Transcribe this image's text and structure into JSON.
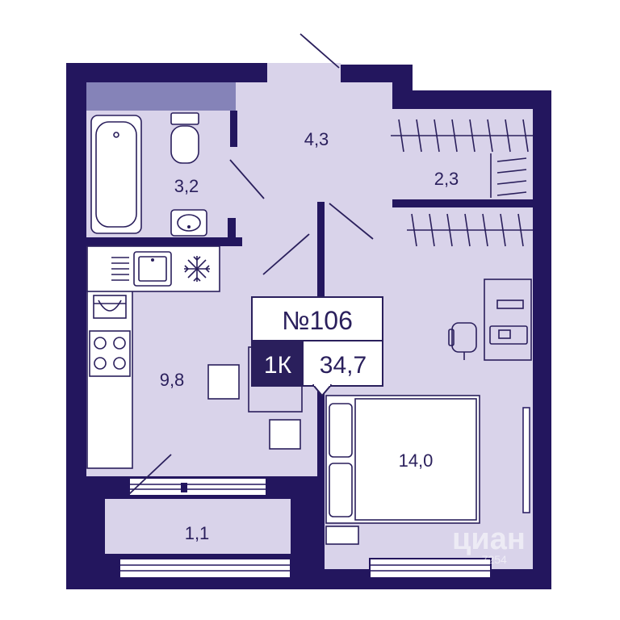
{
  "colors": {
    "wall": "#23165e",
    "floor": "#d9d3ea",
    "wet_zone_strip": "#8583b8",
    "ink": "#2a1f5c",
    "badge_dark": "#2a1f5c",
    "badge_light": "#ffffff"
  },
  "apartment": {
    "number": "№106",
    "type": "1К",
    "total_area": "34,7"
  },
  "rooms": [
    {
      "id": "hall",
      "area": "4,3"
    },
    {
      "id": "bathroom",
      "area": "3,2"
    },
    {
      "id": "wardrobe",
      "area": "2,3"
    },
    {
      "id": "kitchen",
      "area": "9,8"
    },
    {
      "id": "bedroom",
      "area": "14,0"
    },
    {
      "id": "balcony",
      "area": "1,1"
    }
  ],
  "icons": [
    "bathtub-icon",
    "toilet-icon",
    "washbasin-icon",
    "kitchen-sink-icon",
    "fridge-snowflake-icon",
    "washing-machine-icon",
    "stove-icon",
    "table-icon",
    "chair-icon",
    "desk-icon",
    "bed-icon",
    "wardrobe-hangers-icon"
  ],
  "watermark": {
    "brand": "циан",
    "code": "...7254"
  }
}
